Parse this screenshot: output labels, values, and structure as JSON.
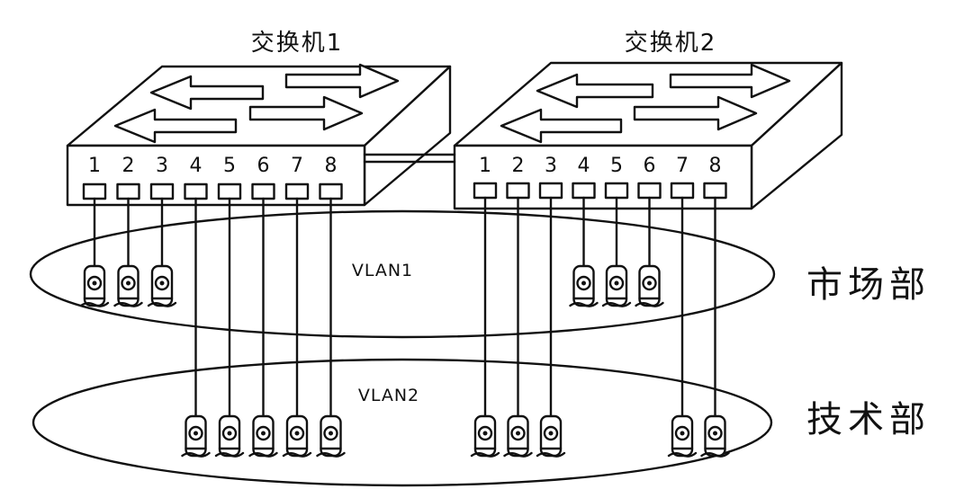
{
  "switches": [
    {
      "title": "交换机1",
      "ports": [
        "1",
        "2",
        "3",
        "4",
        "5",
        "6",
        "7",
        "8"
      ]
    },
    {
      "title": "交换机2",
      "ports": [
        "1",
        "2",
        "3",
        "4",
        "5",
        "6",
        "7",
        "8"
      ]
    }
  ],
  "vlans": [
    {
      "label": "VLAN1",
      "department": "市场部"
    },
    {
      "label": "VLAN2",
      "department": "技术部"
    }
  ],
  "connections": {
    "switch1": {
      "vlan1_ports": [
        1,
        2,
        3
      ],
      "vlan2_ports": [
        4,
        5,
        6,
        7,
        8
      ]
    },
    "switch2": {
      "vlan1_ports": [
        4,
        5,
        6
      ],
      "vlan2_ports": [
        1,
        2,
        3,
        7,
        8
      ]
    }
  }
}
